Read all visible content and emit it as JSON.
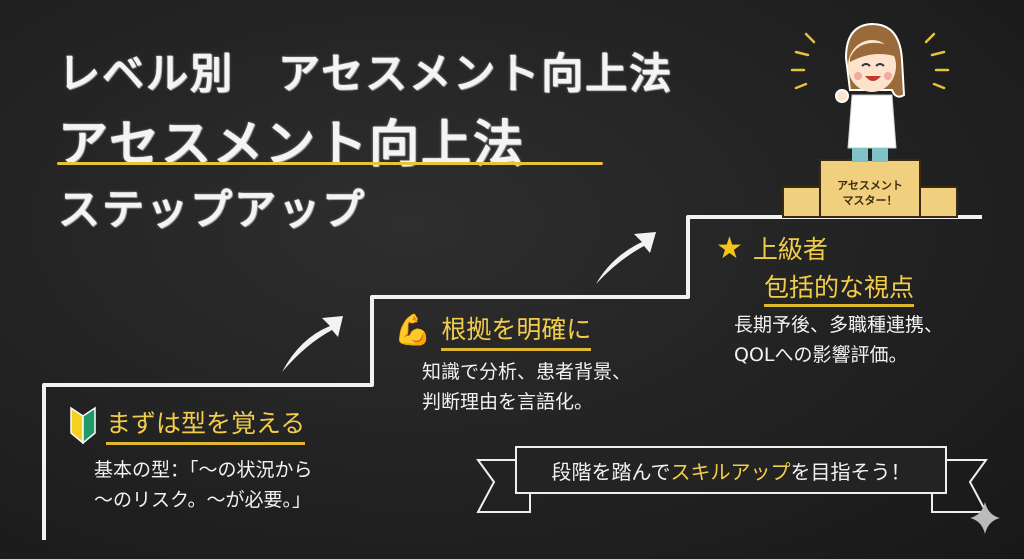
{
  "title": {
    "line1": "レベル別　アセスメント向上法",
    "line2": "アセスメント向上法",
    "line3": "ステップアップ"
  },
  "podium_label": [
    "アセスメント",
    "マスター！"
  ],
  "levels": [
    {
      "icon": "beginner-mark-icon",
      "heading": "まずは型を覚える",
      "lines": [
        "基本の型：「〜の状況から",
        "〜のリスク。〜が必要。」"
      ]
    },
    {
      "icon": "flexed-arm-icon",
      "heading": "根拠を明確に",
      "lines": [
        "知識で分析、患者背景、",
        "判断理由を言語化。"
      ]
    },
    {
      "icon": "star-icon",
      "level_name": "上級者",
      "heading": "包括的な視点",
      "lines": [
        "長期予後、多職種連携、",
        "QOLへの影響評価。"
      ]
    }
  ],
  "banner": {
    "before": "段階を踏んで",
    "highlight": "スキルアップ",
    "after": "を目指そう！"
  },
  "colors": {
    "accent": "#f2cd4a",
    "background": "#222222",
    "chalk": "#f4f4f4",
    "podium": "#f0cf7e"
  }
}
